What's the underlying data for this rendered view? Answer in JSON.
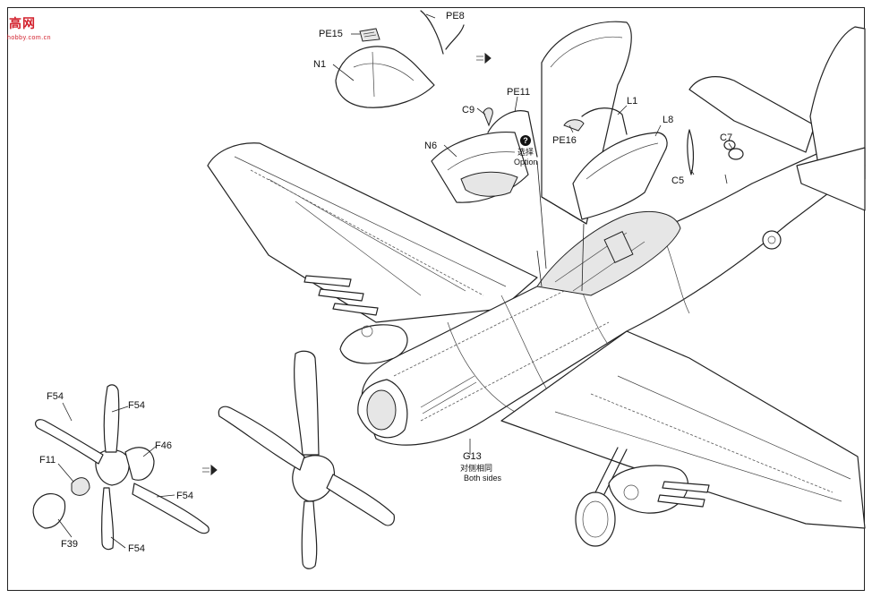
{
  "logo": {
    "text": "高网",
    "sub": "hobby.com.cn"
  },
  "callouts": {
    "pe8": "PE8",
    "pe15": "PE15",
    "n1": "N1",
    "pe11": "PE11",
    "c9": "C9",
    "n6": "N6",
    "option_cn": "选择",
    "option_en": "Option",
    "option_mark": "?",
    "pe16": "PE16",
    "l1": "L1",
    "l8": "L8",
    "c7": "C7",
    "c5": "C5",
    "f54_a": "F54",
    "f54_b": "F54",
    "f54_c": "F54",
    "f54_d": "F54",
    "f46": "F46",
    "f11": "F11",
    "f39": "F39",
    "g13": "G13",
    "both_cn": "对侧相同",
    "both_en": "Both sides"
  },
  "colors": {
    "line": "#222222",
    "paper": "#ffffff",
    "logo": "#d21f2b"
  }
}
